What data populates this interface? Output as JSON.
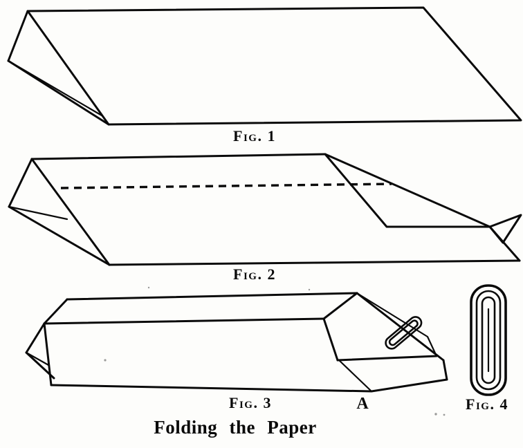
{
  "page": {
    "caption": "Folding the Paper"
  },
  "figures": {
    "fig1": {
      "label": "Fig. 1"
    },
    "fig2": {
      "label": "Fig. 2"
    },
    "fig3": {
      "label": "Fig. 3",
      "corner_label": "A"
    },
    "fig4": {
      "label": "Fig. 4"
    }
  },
  "colors": {
    "ink": "#0a0a0a",
    "paper": "#fdfdfb"
  }
}
